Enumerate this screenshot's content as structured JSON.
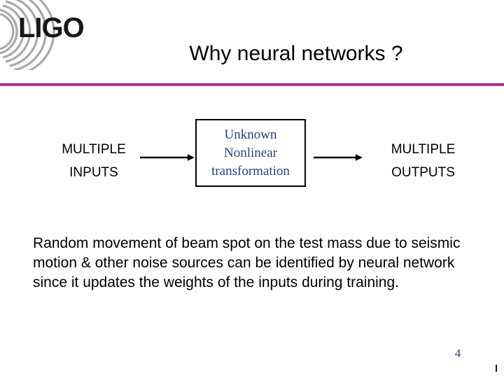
{
  "slide": {
    "page_number": "4",
    "accent_color": "#A82D96",
    "body_text_color": "#000000",
    "box_text_color": "#26427F",
    "page_number_color": "#2F4F7F"
  },
  "logo": {
    "name": "LIGO",
    "text": "LIGO",
    "ring_color": "#A9A9A9",
    "wordmark_color": "#171717"
  },
  "header": {
    "title": "Why neural networks ?"
  },
  "diagram": {
    "input_label": {
      "line1": "MULTIPLE",
      "line2": "INPUTS"
    },
    "transform_box": {
      "line1": "Unknown",
      "line2": "Nonlinear",
      "line3": "transformation"
    },
    "output_label": {
      "line1": "MULTIPLE",
      "line2": "OUTPUTS"
    },
    "arrow_left_name": "arrow-input-to-box",
    "arrow_right_name": "arrow-box-to-output"
  },
  "body": {
    "paragraph": "Random movement of beam spot on the test mass due to seismic motion & other noise sources can be identified by neural network since it updates the weights of the inputs during training."
  }
}
